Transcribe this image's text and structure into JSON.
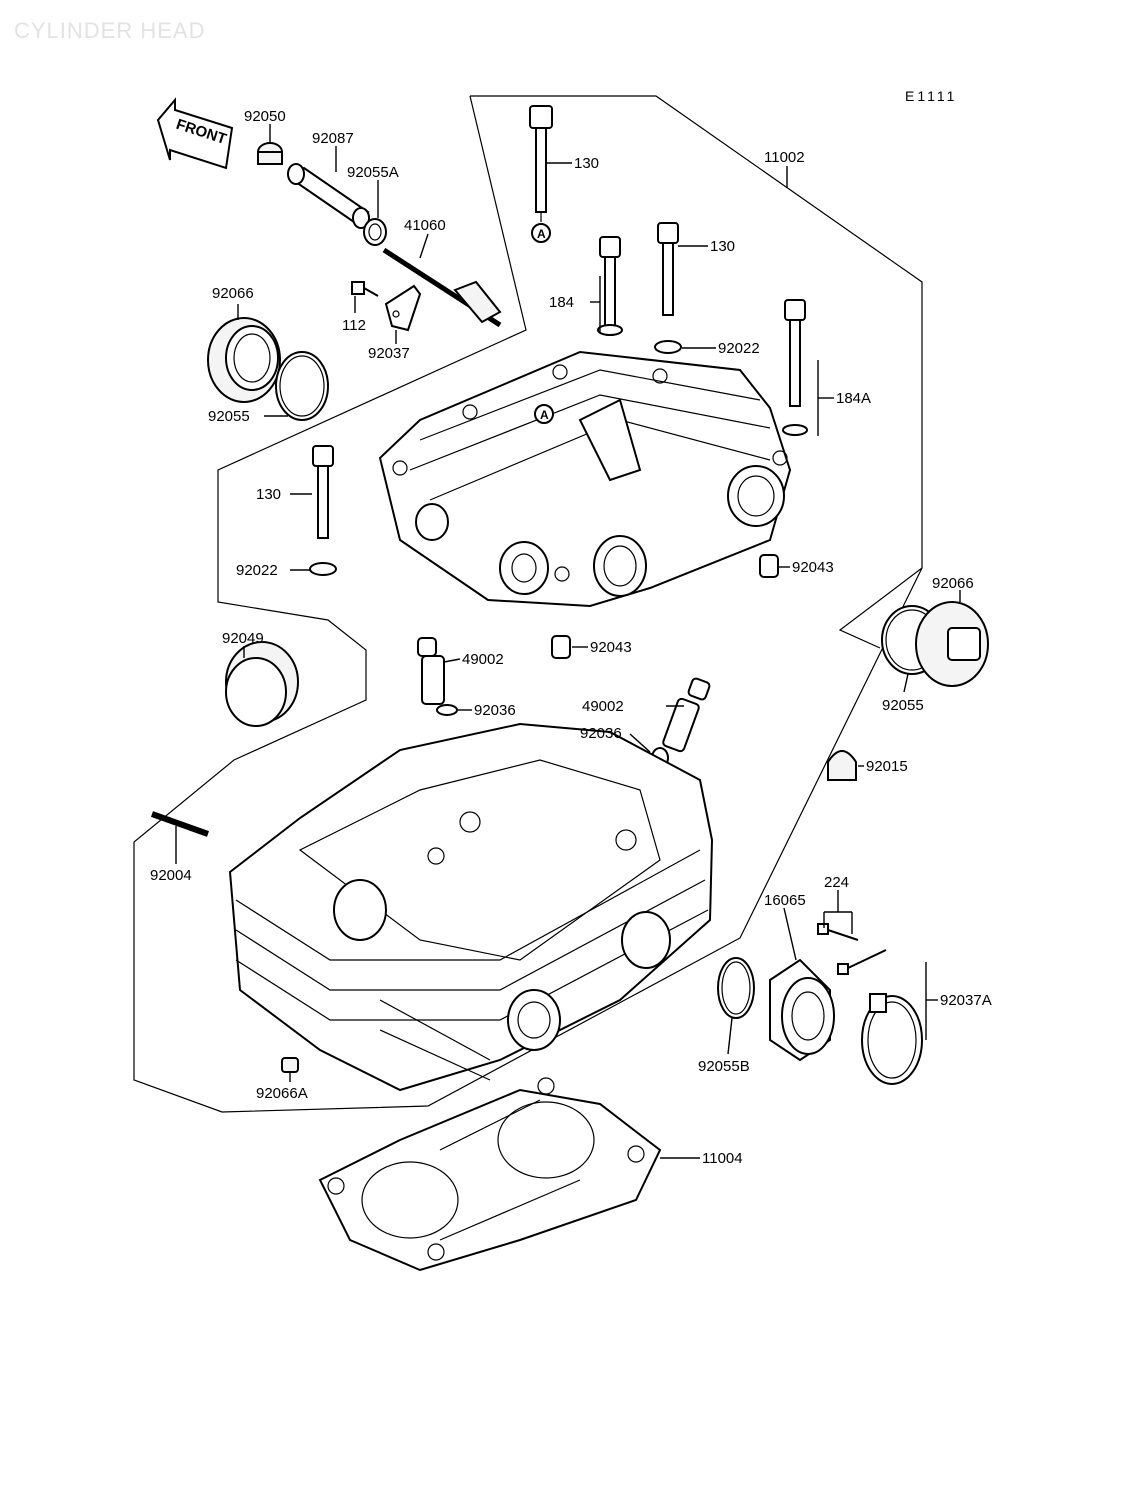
{
  "header": {
    "title": "CYLINDER HEAD",
    "diagram_code": "E1111",
    "front_label": "FRONT"
  },
  "callout_marker": "A",
  "parts": [
    {
      "id": "92050",
      "label": "92050"
    },
    {
      "id": "92087",
      "label": "92087"
    },
    {
      "id": "92055A",
      "label": "92055A"
    },
    {
      "id": "41060",
      "label": "41060"
    },
    {
      "id": "130-top",
      "label": "130"
    },
    {
      "id": "11002",
      "label": "11002"
    },
    {
      "id": "92066-left",
      "label": "92066"
    },
    {
      "id": "112",
      "label": "112"
    },
    {
      "id": "92037",
      "label": "92037"
    },
    {
      "id": "184",
      "label": "184"
    },
    {
      "id": "130-mid",
      "label": "130"
    },
    {
      "id": "92022-right",
      "label": "92022"
    },
    {
      "id": "92055-left",
      "label": "92055"
    },
    {
      "id": "184A",
      "label": "184A"
    },
    {
      "id": "130-left",
      "label": "130"
    },
    {
      "id": "92022-left",
      "label": "92022"
    },
    {
      "id": "92043-right",
      "label": "92043"
    },
    {
      "id": "92066-right",
      "label": "92066"
    },
    {
      "id": "92049",
      "label": "92049"
    },
    {
      "id": "92043-bottom",
      "label": "92043"
    },
    {
      "id": "49002-left",
      "label": "49002"
    },
    {
      "id": "92055-right",
      "label": "92055"
    },
    {
      "id": "92036-left",
      "label": "92036"
    },
    {
      "id": "49002-right",
      "label": "49002"
    },
    {
      "id": "92036-right",
      "label": "92036"
    },
    {
      "id": "92015",
      "label": "92015"
    },
    {
      "id": "92004",
      "label": "92004"
    },
    {
      "id": "224",
      "label": "224"
    },
    {
      "id": "16065",
      "label": "16065"
    },
    {
      "id": "92037A",
      "label": "92037A"
    },
    {
      "id": "92055B",
      "label": "92055B"
    },
    {
      "id": "92066A",
      "label": "92066A"
    },
    {
      "id": "11004",
      "label": "11004"
    }
  ]
}
